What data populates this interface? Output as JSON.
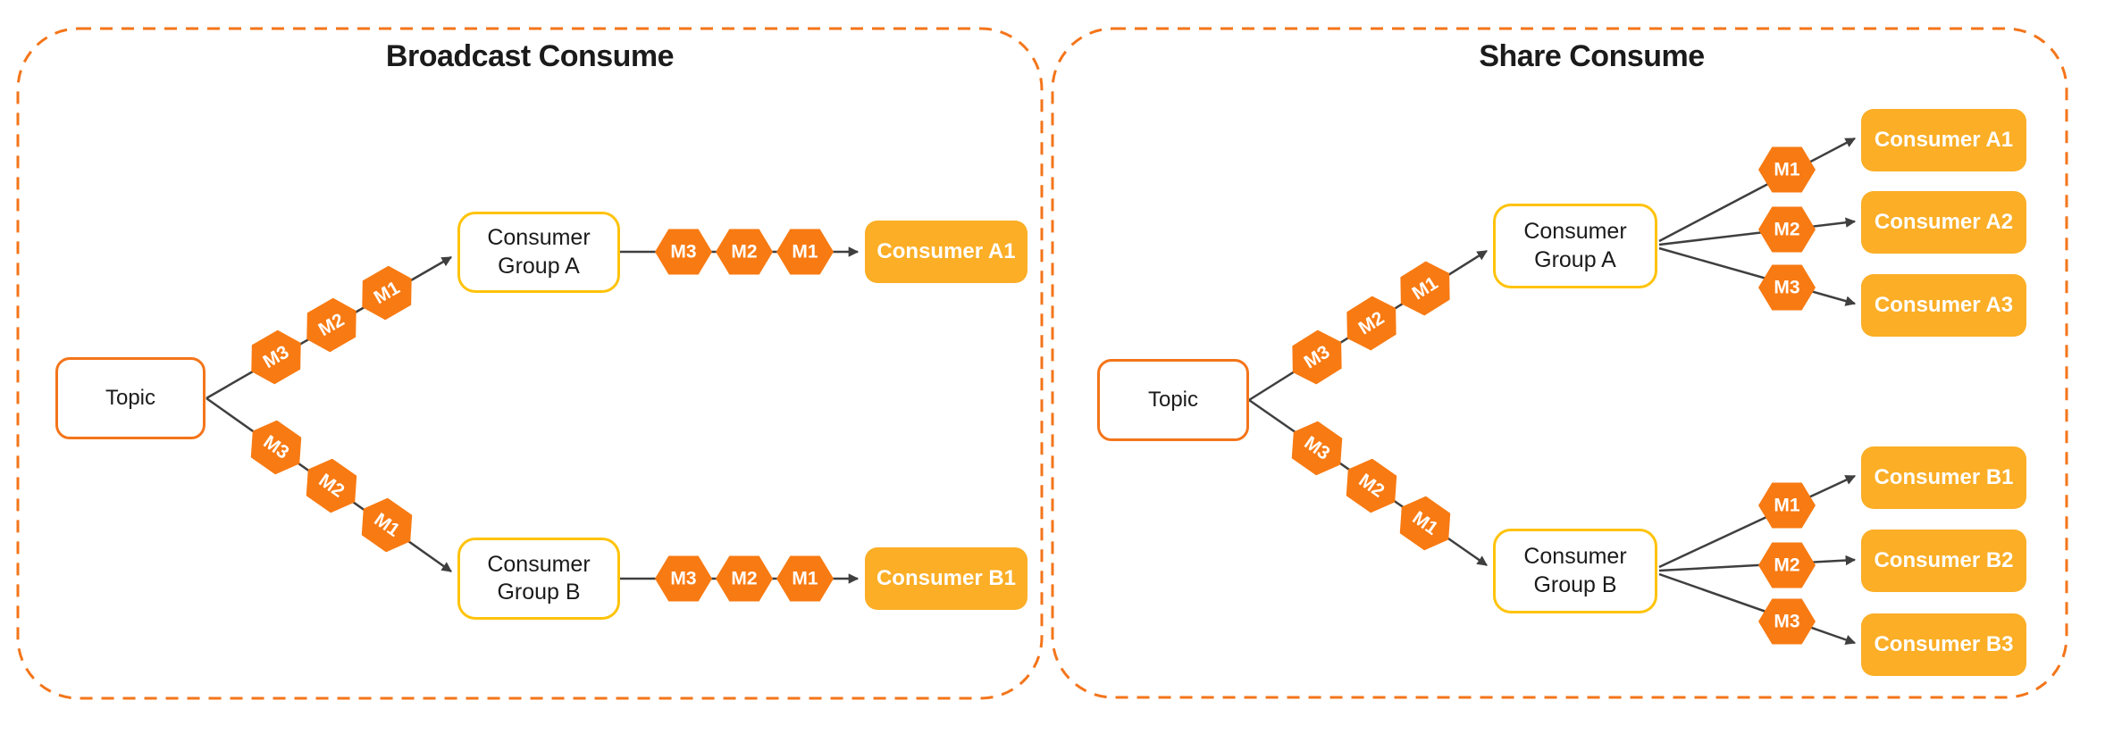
{
  "panels": {
    "broadcast": {
      "title": "Broadcast Consume",
      "topic_label": "Topic",
      "group_a_label": "Consumer\nGroup A",
      "group_b_label": "Consumer\nGroup B",
      "consumer_a1_label": "Consumer A1",
      "consumer_b1_label": "Consumer B1",
      "msgs_topic_to_a": [
        "M3",
        "M2",
        "M1"
      ],
      "msgs_a_to_consumer": [
        "M3",
        "M2",
        "M1"
      ],
      "msgs_topic_to_b": [
        "M3",
        "M2",
        "M1"
      ],
      "msgs_b_to_consumer": [
        "M3",
        "M2",
        "M1"
      ]
    },
    "share": {
      "title": "Share Consume",
      "topic_label": "Topic",
      "group_a_label": "Consumer\nGroup A",
      "group_b_label": "Consumer\nGroup B",
      "consumers_a": [
        "Consumer A1",
        "Consumer A2",
        "Consumer A3"
      ],
      "consumers_b": [
        "Consumer B1",
        "Consumer B2",
        "Consumer B3"
      ],
      "msgs_topic_to_a": [
        "M3",
        "M2",
        "M1"
      ],
      "msgs_topic_to_b": [
        "M3",
        "M2",
        "M1"
      ],
      "msgs_fan_a": [
        "M1",
        "M2",
        "M3"
      ],
      "msgs_fan_b": [
        "M1",
        "M2",
        "M3"
      ]
    }
  },
  "colors": {
    "hexagon_orange": "#F87A12",
    "panel_dash_border": "#F4751A",
    "consumer_amber": "#FBAE26",
    "group_gold_border": "#FFC30B",
    "arrow_gray": "#3F3F3F",
    "text_black": "#1B1B1B"
  }
}
